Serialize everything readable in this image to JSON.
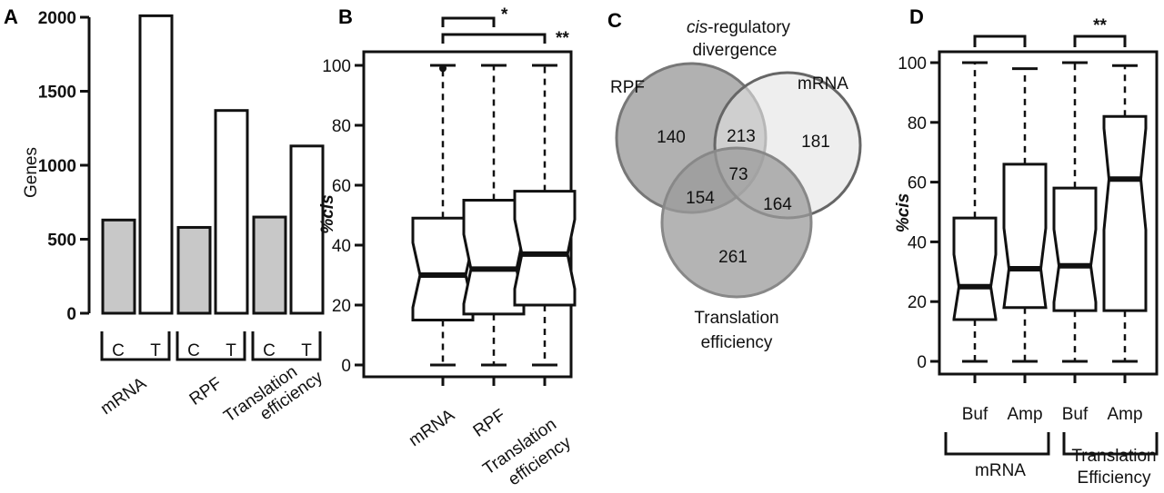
{
  "chart_data": [
    {
      "panel": "A",
      "type": "bar",
      "ylabel": "Genes",
      "ylim": [
        0,
        2000
      ],
      "yticks": [
        "0",
        "500",
        "1000",
        "1500",
        "2000"
      ],
      "groups": [
        {
          "label": "mRNA",
          "bars": [
            {
              "cat": "C",
              "value": 630
            },
            {
              "cat": "T",
              "value": 2010
            }
          ]
        },
        {
          "label": "RPF",
          "bars": [
            {
              "cat": "C",
              "value": 580
            },
            {
              "cat": "T",
              "value": 1370
            }
          ]
        },
        {
          "label": "Translation efficiency",
          "bars": [
            {
              "cat": "C",
              "value": 650
            },
            {
              "cat": "T",
              "value": 1130
            }
          ]
        }
      ],
      "colors": {
        "C": "#c8c8c8",
        "T": "#ffffff"
      }
    },
    {
      "panel": "B",
      "type": "boxplot",
      "ylabel": "%cis",
      "ylim": [
        0,
        100
      ],
      "yticks": [
        "0",
        "20",
        "40",
        "60",
        "80",
        "100"
      ],
      "boxes": [
        {
          "label": "mRNA",
          "min": 0,
          "q1": 15,
          "median": 30,
          "q3": 49,
          "max": 100,
          "outlier": 99
        },
        {
          "label": "RPF",
          "min": 0,
          "q1": 17,
          "median": 32,
          "q3": 55,
          "max": 100
        },
        {
          "label": "Translation efficiency",
          "min": 0,
          "q1": 20,
          "median": 37,
          "q3": 58,
          "max": 100
        }
      ],
      "significance": [
        {
          "from": 0,
          "to": 1,
          "label": "*"
        },
        {
          "from": 0,
          "to": 2,
          "label": "**"
        }
      ]
    },
    {
      "panel": "C",
      "type": "venn",
      "title_italic": "cis",
      "title_rest": "-regulatory",
      "title_line2": "divergence",
      "sets": [
        "RPF",
        "mRNA",
        "Translation efficiency"
      ],
      "regions": {
        "RPF_only": "140",
        "RPF_mRNA": "213",
        "mRNA_only": "181",
        "all": "73",
        "RPF_TE": "154",
        "mRNA_TE": "164",
        "TE_only": "261"
      }
    },
    {
      "panel": "D",
      "type": "boxplot",
      "ylabel": "%cis",
      "ylim": [
        0,
        100
      ],
      "yticks": [
        "0",
        "20",
        "40",
        "60",
        "80",
        "100"
      ],
      "boxes": [
        {
          "label": "Buf",
          "group": "mRNA",
          "min": 0,
          "q1": 14,
          "median": 25,
          "q3": 48,
          "max": 100
        },
        {
          "label": "Amp",
          "group": "mRNA",
          "min": 0,
          "q1": 18,
          "median": 31,
          "q3": 66,
          "max": 98
        },
        {
          "label": "Buf",
          "group": "Translation Efficiency",
          "min": 0,
          "q1": 17,
          "median": 32,
          "q3": 58,
          "max": 100
        },
        {
          "label": "Amp",
          "group": "Translation Efficiency",
          "min": 0,
          "q1": 17,
          "median": 61,
          "q3": 82,
          "max": 99
        }
      ],
      "groups": [
        "mRNA",
        "Translation Efficiency"
      ],
      "significance": [
        {
          "from": 0,
          "to": 1,
          "label": ""
        },
        {
          "from": 2,
          "to": 3,
          "label": "**"
        }
      ]
    }
  ],
  "panel_letters": [
    "A",
    "B",
    "C",
    "D"
  ]
}
